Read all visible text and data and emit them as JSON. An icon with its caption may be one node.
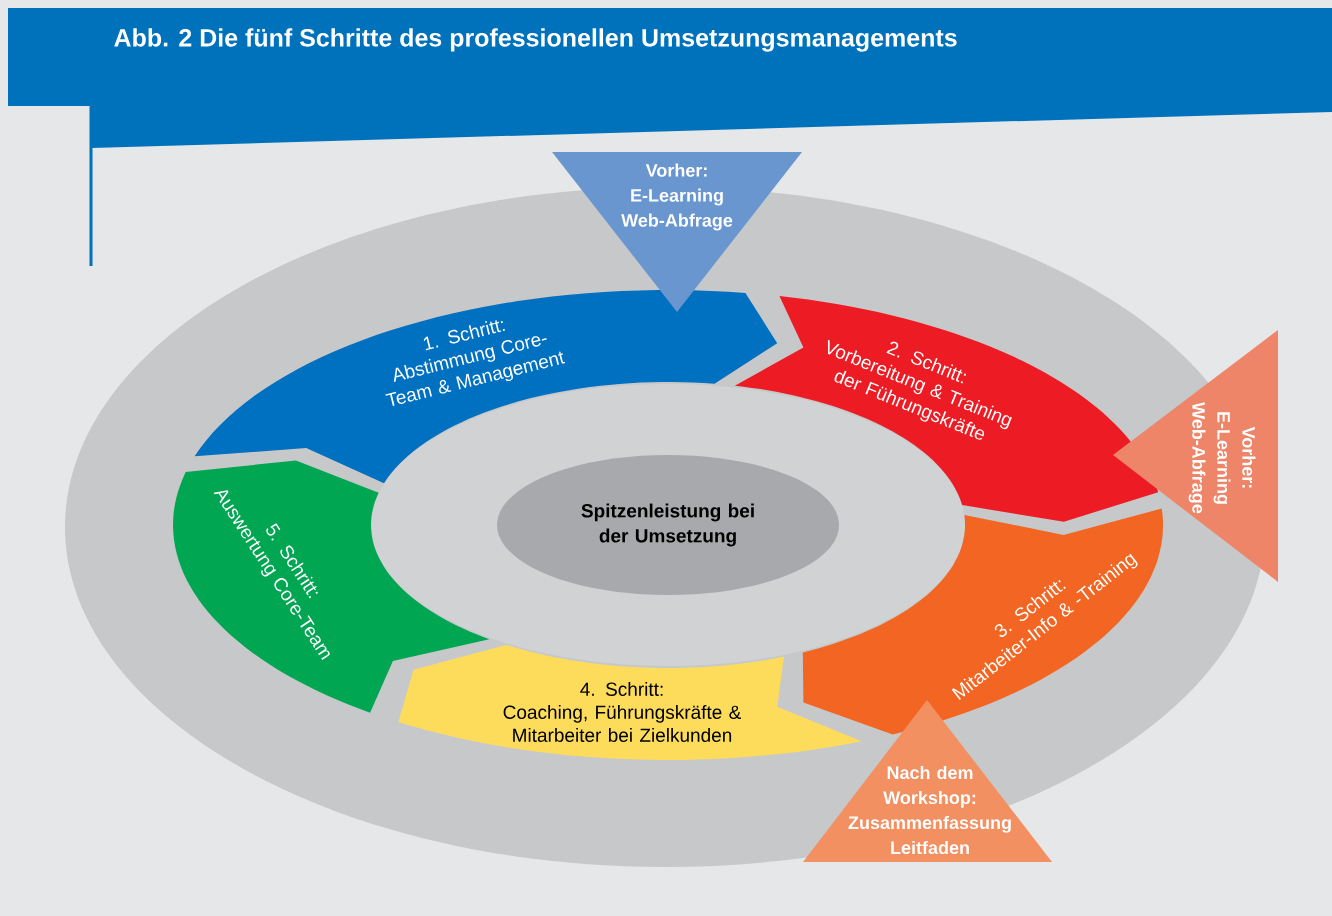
{
  "diagram": {
    "title": "Abb. 2 Die fünf Schritte des professionellen Umsetzungsmanagements",
    "nodes": [
      {
        "text": [
          "1. Schritt:",
          "Abstimmung Core-Team & Management"
        ]
      },
      {
        "text": [
          "2. Schritt:",
          "Vorbereitung & Training der Führungskräfte"
        ]
      },
      {
        "text": [
          "3. Schritt:",
          "Mitarbeiter-Info & -Training"
        ]
      },
      {
        "text": [
          "4. Schritt:",
          "Coaching, Führungskräfte & Mitarbeiter bei Zielkunden"
        ]
      },
      {
        "text": [
          "5. Schritt:",
          "Auswertung Core-Team"
        ]
      },
      {
        "text": [
          "Spitzenleistung bei der Umsetzung"
        ]
      },
      {
        "text": [
          "Vorher:",
          "E-Learning",
          "Web-Abfrage"
        ]
      },
      {
        "text": [
          "Vorher:",
          "E-Learning",
          "Web-Abfrage"
        ]
      },
      {
        "text": [
          "Nach dem Workshop:",
          "Zusammenfassung",
          "Leitfaden"
        ]
      }
    ]
  }
}
